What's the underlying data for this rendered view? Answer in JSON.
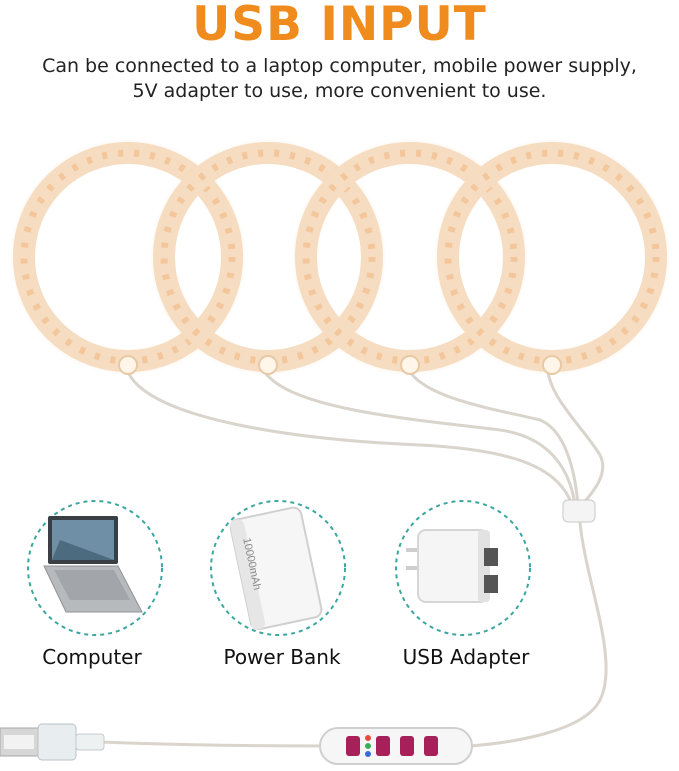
{
  "header": {
    "title": "USB INPUT",
    "subtitle_line1": "Can be connected to a laptop computer, mobile power supply,",
    "subtitle_line2": "5V adapter to use, more convenient to use."
  },
  "sources": [
    {
      "label": "Computer",
      "icon": "laptop-icon"
    },
    {
      "label": "Power Bank",
      "icon": "power-bank-icon"
    },
    {
      "label": "USB Adapter",
      "icon": "usb-adapter-icon"
    }
  ],
  "power_bank_text": "10000mAh",
  "colors": {
    "title": "#f08c1e",
    "ring": "#f6dcc0",
    "led": "#f3c79b",
    "dashed_circle": "#3aa7a0",
    "button": "#a8205a"
  }
}
